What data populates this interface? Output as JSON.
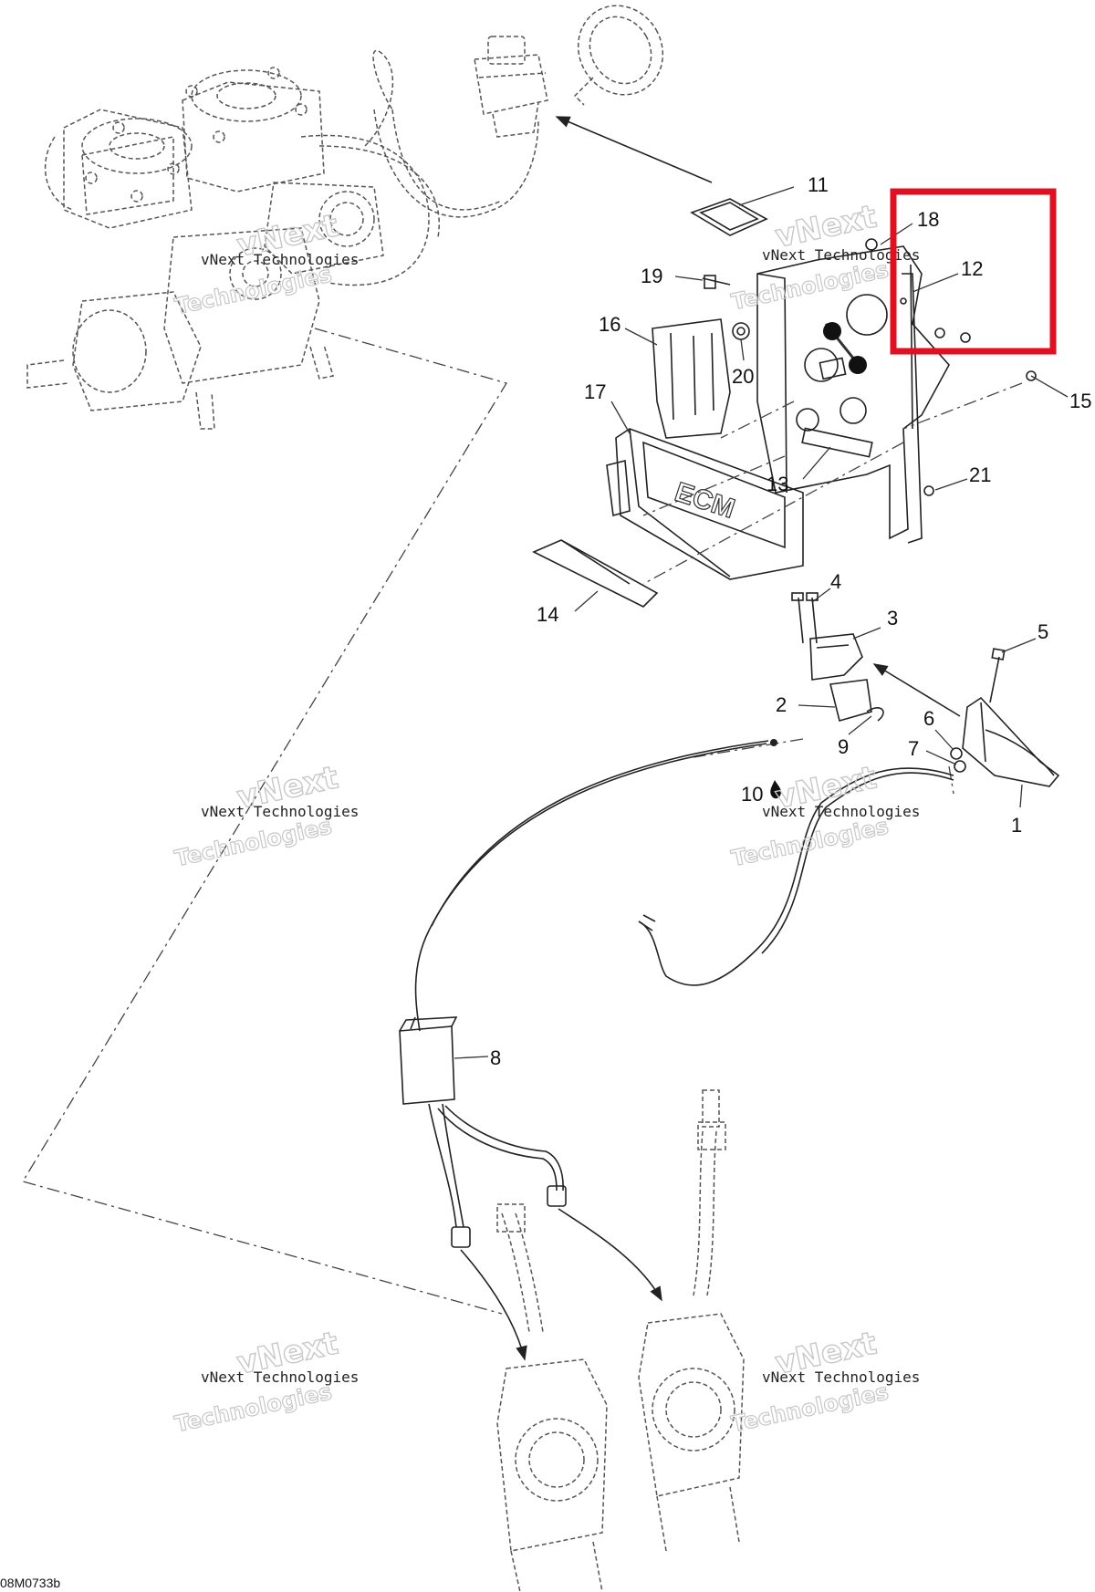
{
  "callouts": {
    "c1": "1",
    "c2": "2",
    "c3": "3",
    "c4": "4",
    "c5": "5",
    "c6": "6",
    "c7": "7",
    "c8": "8",
    "c9": "9",
    "c10": "10",
    "c11": "11",
    "c12": "12",
    "c13": "13",
    "c14": "14",
    "c15": "15",
    "c16": "16",
    "c17": "17",
    "c18": "18",
    "c19": "19",
    "c20": "20",
    "c21": "21"
  },
  "watermark": {
    "line1": "vNext Technologies",
    "big1": "vNext",
    "big2": "Technologies"
  },
  "reference_code": "08M0733b",
  "highlight": {
    "color": "#e01020"
  }
}
